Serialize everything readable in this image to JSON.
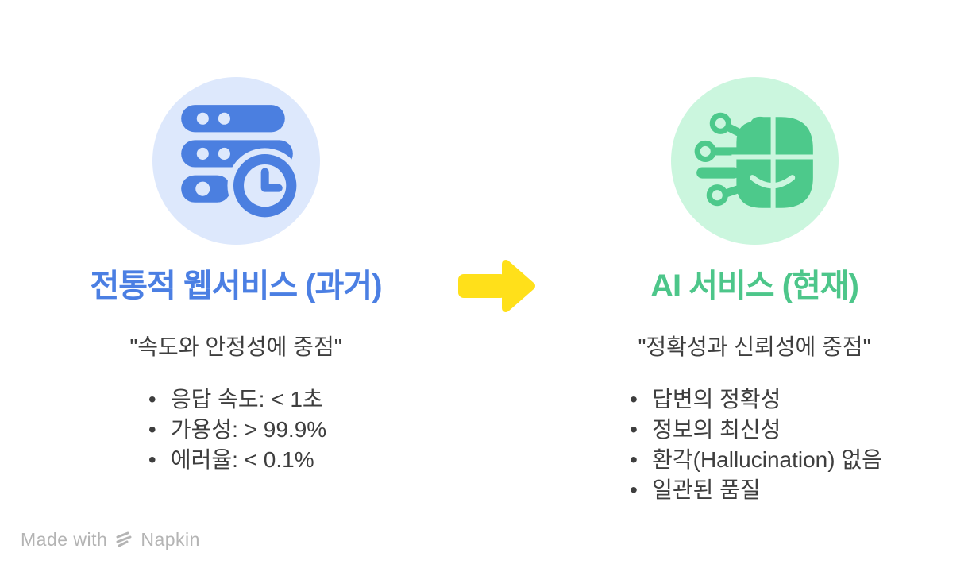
{
  "colors": {
    "page-bg": "#ffffff",
    "blue": "#4b7fe3",
    "blue-icon": "#4b7fe0",
    "blue-bg": "#dde8fc",
    "green": "#4dc68a",
    "green-icon": "#4dc98b",
    "green-bg": "#cbf6de",
    "yellow": "#ffe01a",
    "text": "#3e3e3e",
    "footer": "#b4b4b4"
  },
  "left_column": {
    "icon": "server-clock-icon",
    "title": "전통적 웹서비스 (과거)",
    "subtitle": "\"속도와 안정성에 중점\"",
    "items": [
      "응답 속도: < 1초",
      "가용성: > 99.9%",
      "에러율: < 0.1%"
    ]
  },
  "right_column": {
    "icon": "ai-brain-icon",
    "title": "AI 서비스 (현재)",
    "subtitle": "\"정확성과 신뢰성에 중점\"",
    "items": [
      "답변의 정확성",
      "정보의 최신성",
      "환각(Hallucination) 없음",
      "일관된 품질"
    ]
  },
  "arrow": {
    "direction": "right"
  },
  "footer": {
    "made_with": "Made with",
    "brand": "Napkin"
  }
}
